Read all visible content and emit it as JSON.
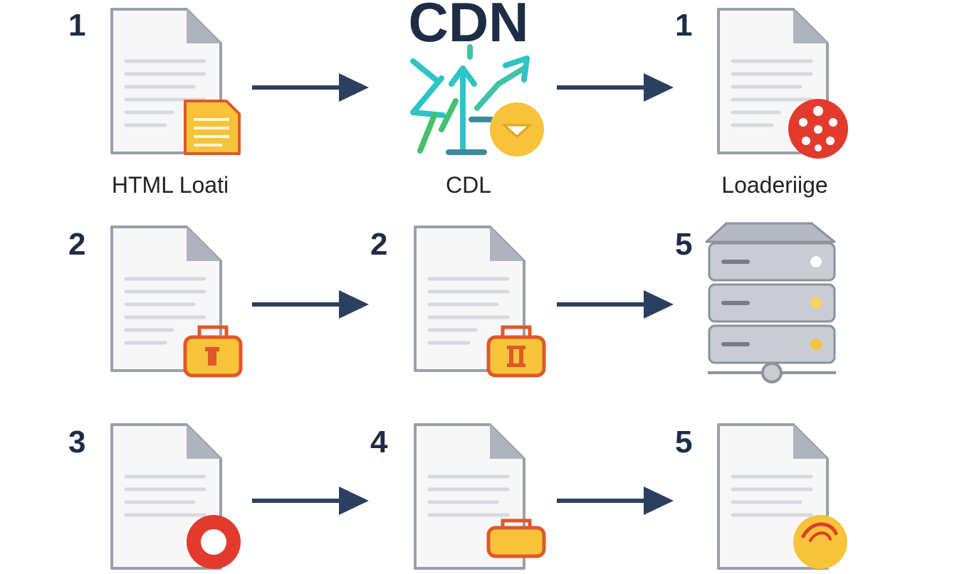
{
  "header": {
    "title": "CDN"
  },
  "rows": [
    {
      "cells": [
        {
          "number": "1",
          "label": "HTML Loati",
          "badge": "note-icon"
        },
        {
          "number": "",
          "label": "CDL",
          "badge": "cdn-network-icon"
        },
        {
          "number": "1",
          "label": "Loaderiige",
          "badge": "red-dots-icon"
        }
      ]
    },
    {
      "cells": [
        {
          "number": "2",
          "label": "",
          "badge": "lock-icon"
        },
        {
          "number": "2",
          "label": "",
          "badge": "lock-icon"
        },
        {
          "number": "5",
          "label": "",
          "badge": "server-icon"
        }
      ]
    },
    {
      "cells": [
        {
          "number": "3",
          "label": "",
          "badge": "red-circle-icon"
        },
        {
          "number": "4",
          "label": "",
          "badge": "lock-icon"
        },
        {
          "number": "5",
          "label": "",
          "badge": "swirl-icon"
        }
      ]
    }
  ],
  "colors": {
    "doc_stroke": "#9aa0ab",
    "arrow": "#2b3f5e",
    "accent_yellow": "#f6c33a",
    "accent_red": "#e23b2e",
    "teal": "#2ec4c6",
    "green": "#45c06b"
  }
}
